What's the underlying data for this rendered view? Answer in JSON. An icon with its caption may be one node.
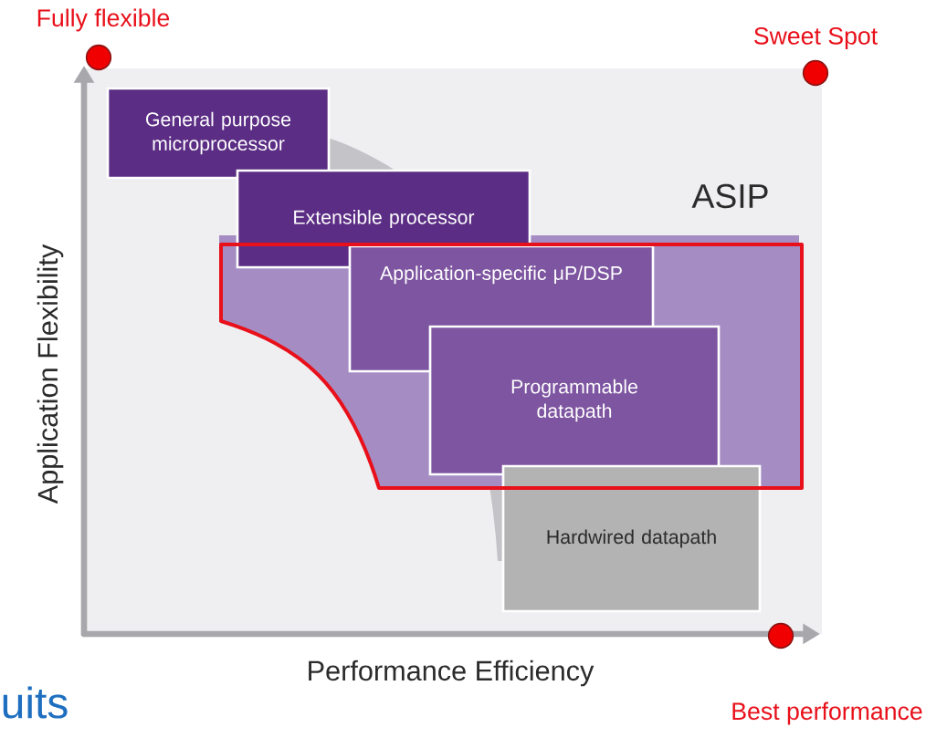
{
  "diagram": {
    "nodes": [
      {
        "text": [
          "General purpose microprocessor"
        ]
      },
      {
        "text": [
          "Extensible processor"
        ]
      },
      {
        "text": [
          "Application-specific μP/DSP"
        ]
      },
      {
        "text": [
          "Programmable datapath"
        ]
      },
      {
        "text": [
          "Hardwired datapath"
        ]
      },
      {
        "text": [
          "Fully flexible"
        ]
      },
      {
        "text": [
          "Sweet Spot"
        ]
      },
      {
        "text": [
          "Best performance"
        ]
      }
    ],
    "labels": [
      "ASIP",
      "Application Flexibility",
      "Performance Efficiency",
      "uits"
    ]
  }
}
